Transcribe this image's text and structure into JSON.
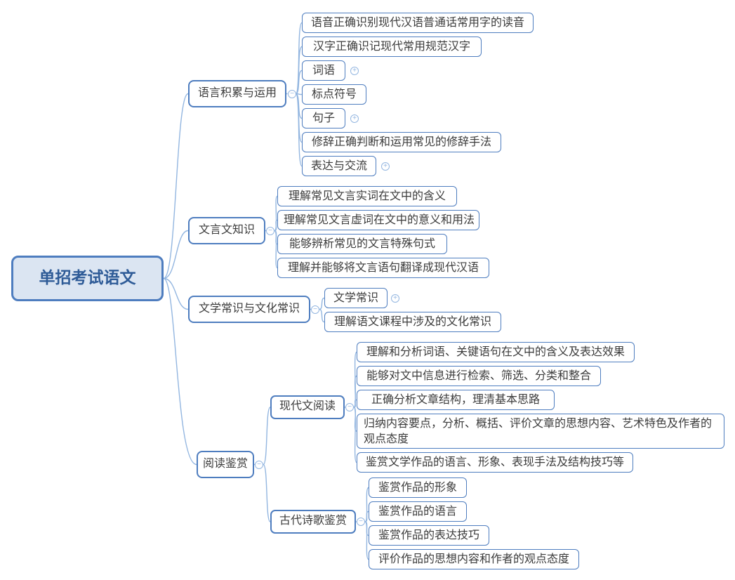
{
  "mindmap": {
    "root": {
      "label": "单招考试语文"
    },
    "branches": [
      {
        "label": "语言积累与运用",
        "children": [
          {
            "label": "语音正确识别现代汉语普通话常用字的读音"
          },
          {
            "label": "汉字正确识记现代常用规范汉字"
          },
          {
            "label": "词语"
          },
          {
            "label": "标点符号"
          },
          {
            "label": "句子"
          },
          {
            "label": "修辞正确判断和运用常见的修辞手法"
          },
          {
            "label": "表达与交流"
          }
        ]
      },
      {
        "label": "文言文知识",
        "children": [
          {
            "label": "理解常见文言实词在文中的含义"
          },
          {
            "label": "理解常见文言虚词在文中的意义和用法"
          },
          {
            "label": "能够辨析常见的文言特殊句式"
          },
          {
            "label": "理解并能够将文言语句翻译成现代汉语"
          }
        ]
      },
      {
        "label": "文学常识与文化常识",
        "children": [
          {
            "label": "文学常识"
          },
          {
            "label": "理解语文课程中涉及的文化常识"
          }
        ]
      },
      {
        "label": "阅读鉴赏",
        "children": [
          {
            "label": "现代文阅读",
            "children": [
              {
                "label": "理解和分析词语、关键语句在文中的含义及表达效果"
              },
              {
                "label": "能够对文中信息进行检索、筛选、分类和整合"
              },
              {
                "label": "正确分析文章结构，理清基本思路"
              },
              {
                "label": "归纳内容要点，分析、概括、评价文章的思想内容、艺术特色及作者的观点态度"
              },
              {
                "label": "鉴赏文学作品的语言、形象、表现手法及结构技巧等"
              }
            ]
          },
          {
            "label": "古代诗歌鉴赏",
            "children": [
              {
                "label": "鉴赏作品的形象"
              },
              {
                "label": "鉴赏作品的语言"
              },
              {
                "label": "鉴赏作品的表达技巧"
              },
              {
                "label": "评价作品的思想内容和作者的观点态度"
              }
            ]
          }
        ]
      }
    ],
    "icons": {
      "collapse": "−",
      "expand": "+"
    },
    "colors": {
      "node_border": "#4e7dbf",
      "root_fill": "#dbe5f2",
      "root_text": "#2e5b97",
      "connector": "#93b6e0",
      "text": "#3b3b3b"
    }
  }
}
